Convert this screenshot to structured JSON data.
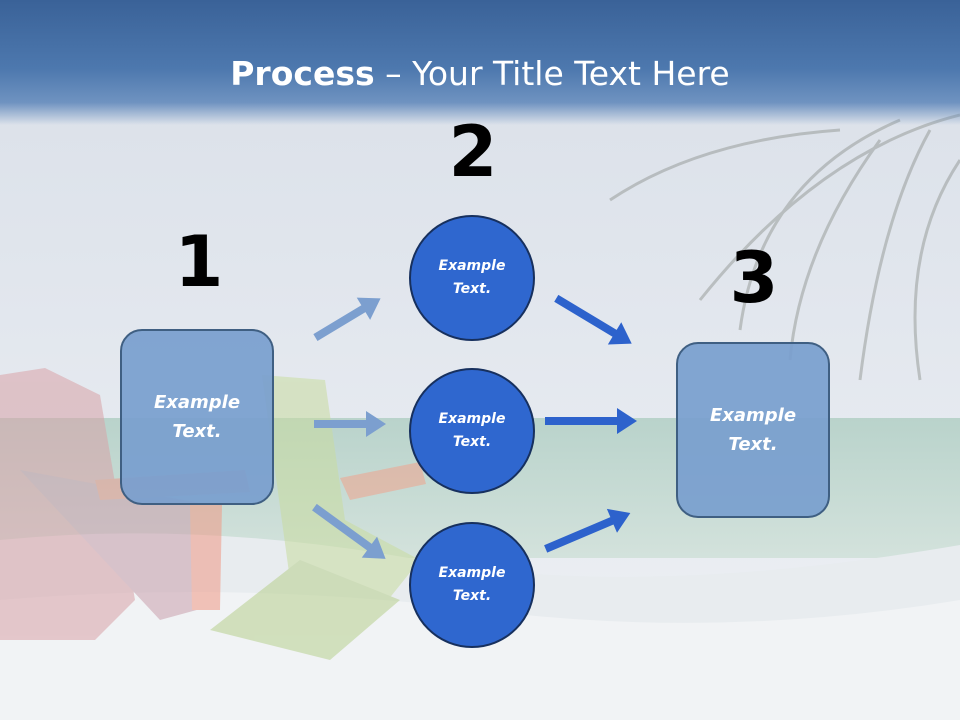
{
  "title": {
    "bold": "Process",
    "rest": " – Your Title Text Here"
  },
  "steps": [
    {
      "number": "1",
      "text": "Example Text."
    },
    {
      "number": "2",
      "items": [
        "Example Text.",
        "Example Text.",
        "Example Text."
      ]
    },
    {
      "number": "3",
      "text": "Example Text."
    }
  ],
  "colors": {
    "header": "#4a74aa",
    "box_fill": "#789ece",
    "circle_fill": "#2f67cf",
    "light_arrow": "#7c9fcf",
    "dark_arrow": "#2d62cc"
  }
}
